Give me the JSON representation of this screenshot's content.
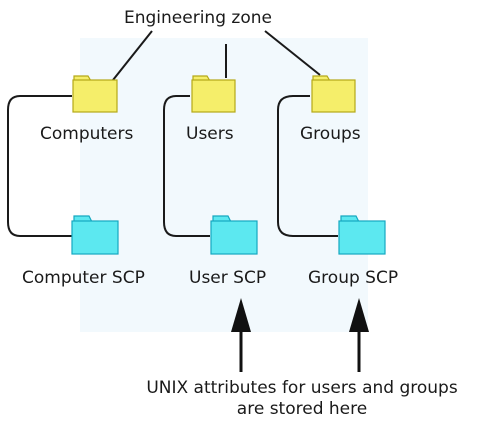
{
  "zone": {
    "title": "Engineering zone",
    "background_color": "#f2f9fd"
  },
  "containers": [
    {
      "label": "Computers",
      "icon": "folder-icon",
      "color": "#f5ee6a"
    },
    {
      "label": "Users",
      "icon": "folder-icon",
      "color": "#f5ee6a"
    },
    {
      "label": "Groups",
      "icon": "folder-icon",
      "color": "#f5ee6a"
    }
  ],
  "scps": [
    {
      "label": "Computer SCP",
      "icon": "folder-icon",
      "color": "#5ce8f0"
    },
    {
      "label": "User SCP",
      "icon": "folder-icon",
      "color": "#5ce8f0"
    },
    {
      "label": "Group SCP",
      "icon": "folder-icon",
      "color": "#5ce8f0"
    }
  ],
  "note": {
    "line1": "UNIX attributes for users and groups",
    "line2": "are stored here"
  }
}
